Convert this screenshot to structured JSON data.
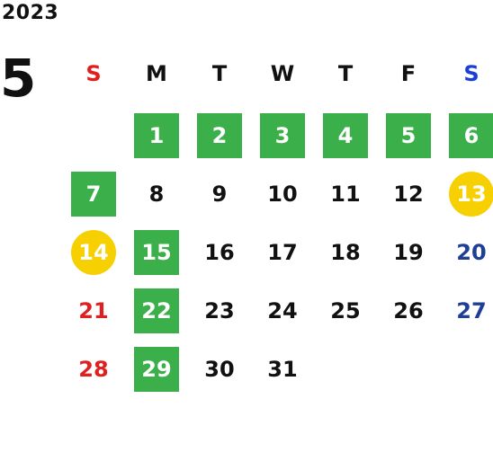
{
  "calendar": {
    "year": "2023",
    "month": "5",
    "weekdays": [
      {
        "label": "S",
        "color": "#e02020"
      },
      {
        "label": "M",
        "color": "#111111"
      },
      {
        "label": "T",
        "color": "#111111"
      },
      {
        "label": "W",
        "color": "#111111"
      },
      {
        "label": "T",
        "color": "#111111"
      },
      {
        "label": "F",
        "color": "#111111"
      },
      {
        "label": "S",
        "color": "#1a3fd8"
      }
    ],
    "first_weekday_index": 1,
    "colors": {
      "green_fill": "#3bb04a",
      "gold_fill": "#f6d000",
      "sunday_text": "#e02020",
      "saturday_text": "#1f3f96",
      "default_text": "#111111"
    },
    "days": [
      {
        "day": "1",
        "style": "green"
      },
      {
        "day": "2",
        "style": "green"
      },
      {
        "day": "3",
        "style": "green"
      },
      {
        "day": "4",
        "style": "green"
      },
      {
        "day": "5",
        "style": "green"
      },
      {
        "day": "6",
        "style": "green"
      },
      {
        "day": "7",
        "style": "green"
      },
      {
        "day": "8",
        "style": "plain"
      },
      {
        "day": "9",
        "style": "plain"
      },
      {
        "day": "10",
        "style": "plain"
      },
      {
        "day": "11",
        "style": "plain"
      },
      {
        "day": "12",
        "style": "plain"
      },
      {
        "day": "13",
        "style": "gold"
      },
      {
        "day": "14",
        "style": "gold"
      },
      {
        "day": "15",
        "style": "green"
      },
      {
        "day": "16",
        "style": "plain"
      },
      {
        "day": "17",
        "style": "plain"
      },
      {
        "day": "18",
        "style": "plain"
      },
      {
        "day": "19",
        "style": "plain"
      },
      {
        "day": "20",
        "style": "saturday"
      },
      {
        "day": "21",
        "style": "sunday"
      },
      {
        "day": "22",
        "style": "green"
      },
      {
        "day": "23",
        "style": "plain"
      },
      {
        "day": "24",
        "style": "plain"
      },
      {
        "day": "25",
        "style": "plain"
      },
      {
        "day": "26",
        "style": "plain"
      },
      {
        "day": "27",
        "style": "saturday"
      },
      {
        "day": "28",
        "style": "sunday"
      },
      {
        "day": "29",
        "style": "green"
      },
      {
        "day": "30",
        "style": "plain"
      },
      {
        "day": "31",
        "style": "plain"
      }
    ]
  }
}
